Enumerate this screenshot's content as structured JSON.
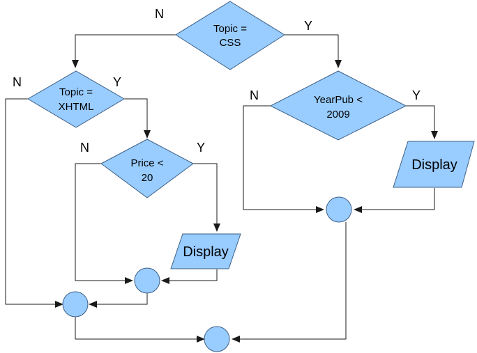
{
  "colors": {
    "shape_fill": "#99ccff",
    "shape_stroke": "#3c5f85",
    "line": "#1a1a1a"
  },
  "nodes": {
    "topic_css": {
      "lines": [
        "Topic =",
        "CSS"
      ]
    },
    "topic_xhtml": {
      "lines": [
        "Topic =",
        "XHTML"
      ]
    },
    "price": {
      "lines": [
        "Price <",
        "20"
      ]
    },
    "yearpub": {
      "lines": [
        "YearPub <",
        "2009"
      ]
    },
    "display_price": {
      "label": "Display"
    },
    "display_year": {
      "label": "Display"
    }
  },
  "branches": {
    "css_no": "N",
    "css_yes": "Y",
    "xhtml_no": "N",
    "xhtml_yes": "Y",
    "price_no": "N",
    "price_yes": "Y",
    "year_no": "N",
    "year_yes": "Y"
  }
}
